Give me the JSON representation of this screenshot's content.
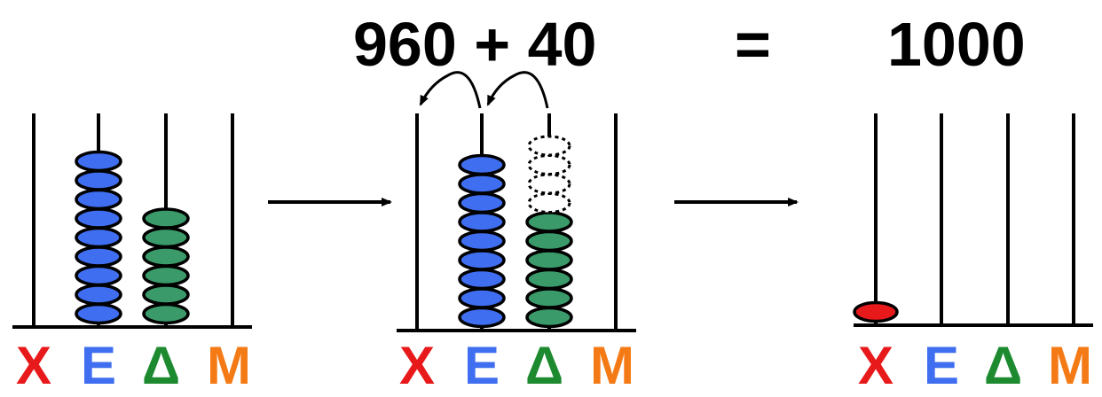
{
  "equation": {
    "left": "960 + 40",
    "sign": "=",
    "right": "1000"
  },
  "place_labels": [
    "X",
    "E",
    "Δ",
    "M"
  ],
  "place_colors": {
    "X": "#e8191b",
    "E": "#3f6ef0",
    "Δ": "#1d8a30",
    "M": "#f47a16"
  },
  "bead_colors": {
    "hundreds": "#3f6ef0",
    "tens": "#3a9a6a",
    "thousands": "#e8191b",
    "ghost": "#ffffff"
  },
  "abaci": [
    {
      "name": "before",
      "beads": {
        "X": 0,
        "E": 9,
        "Δ": 6,
        "M": 0
      }
    },
    {
      "name": "adding",
      "beads": {
        "X": 0,
        "E": 9,
        "Δ": 6,
        "M": 0
      },
      "ghost_tens": 4
    },
    {
      "name": "result",
      "beads": {
        "X": 1,
        "E": 0,
        "Δ": 0,
        "M": 0
      }
    }
  ]
}
